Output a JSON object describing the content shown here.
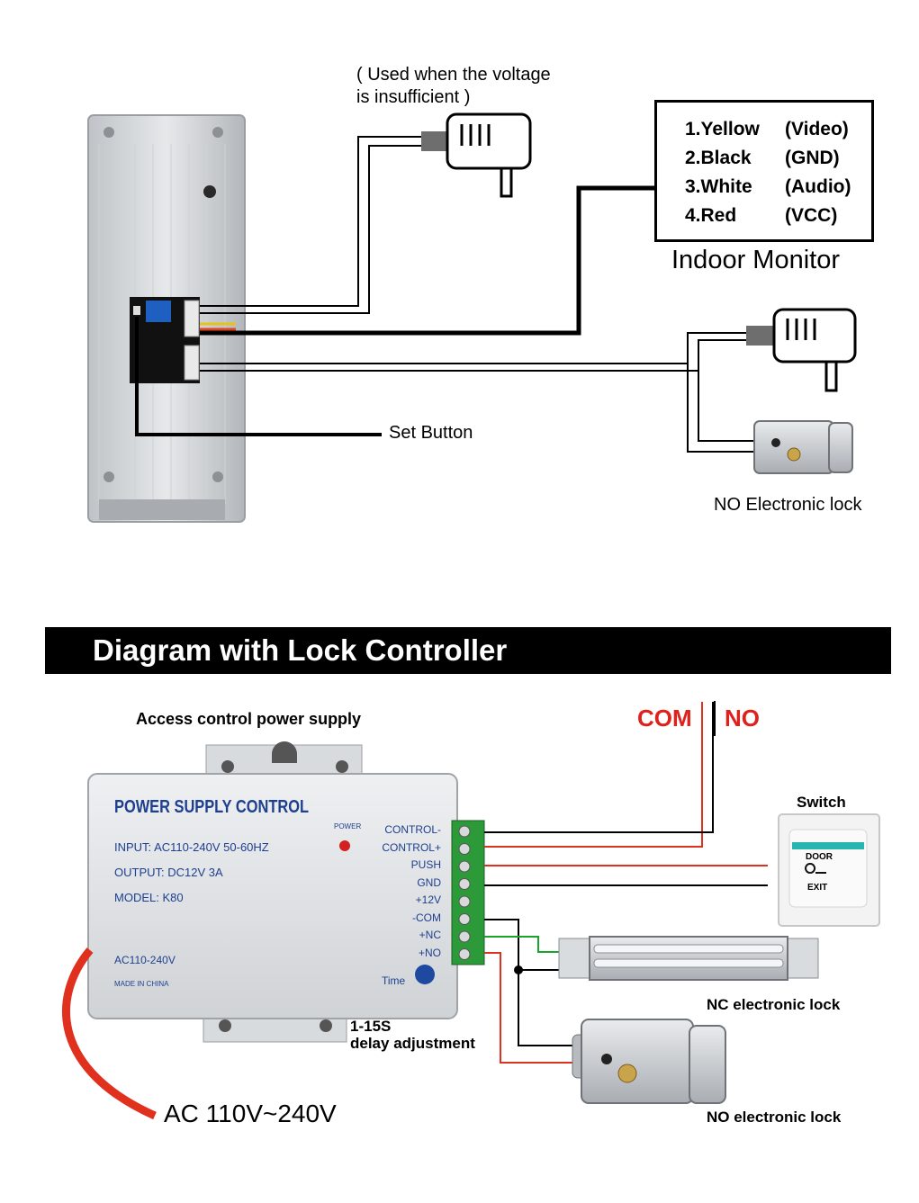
{
  "top": {
    "voltage_note_line1": "( Used when the voltage",
    "voltage_note_line2": "is insufficient )",
    "legend": [
      {
        "wire": "1.Yellow",
        "signal": "(Video)"
      },
      {
        "wire": "2.Black",
        "signal": "(GND)"
      },
      {
        "wire": "3.White",
        "signal": "(Audio)"
      },
      {
        "wire": "4.Red",
        "signal": "(VCC)"
      }
    ],
    "indoor_monitor": "Indoor Monitor",
    "set_button": "Set Button",
    "no_lock_label": "NO Electronic lock"
  },
  "banner": {
    "title": "Diagram with Lock Controller"
  },
  "bottom": {
    "psu_heading": "Access control power supply",
    "com_label": "COM",
    "no_label": "NO",
    "switch_label": "Switch",
    "door_text": "DOOR",
    "exit_text": "EXIT",
    "psu": {
      "title": "POWER SUPPLY CONTROL",
      "input": "INPUT: AC110-240V  50-60HZ",
      "output": "OUTPUT: DC12V  3A",
      "model": "MODEL: K80",
      "ac": "AC110-240V",
      "made": "MADE IN CHINA",
      "power": "POWER",
      "time": "Time",
      "terminals": [
        "CONTROL-",
        "CONTROL+",
        "PUSH",
        "GND",
        "+12V",
        "-COM",
        "+NC",
        "+NO"
      ]
    },
    "nc_lock_label": "NC electronic lock",
    "delay_line1": "1-15S",
    "delay_line2": "delay adjustment",
    "no_lock_label": "NO electronic lock",
    "ac_label": "AC 110V~240V"
  },
  "colors": {
    "wire_black": "#000000",
    "wire_red": "#e0301e",
    "wire_green": "#1aa52a",
    "com_red": "#e0201a",
    "banner": "#000000"
  }
}
